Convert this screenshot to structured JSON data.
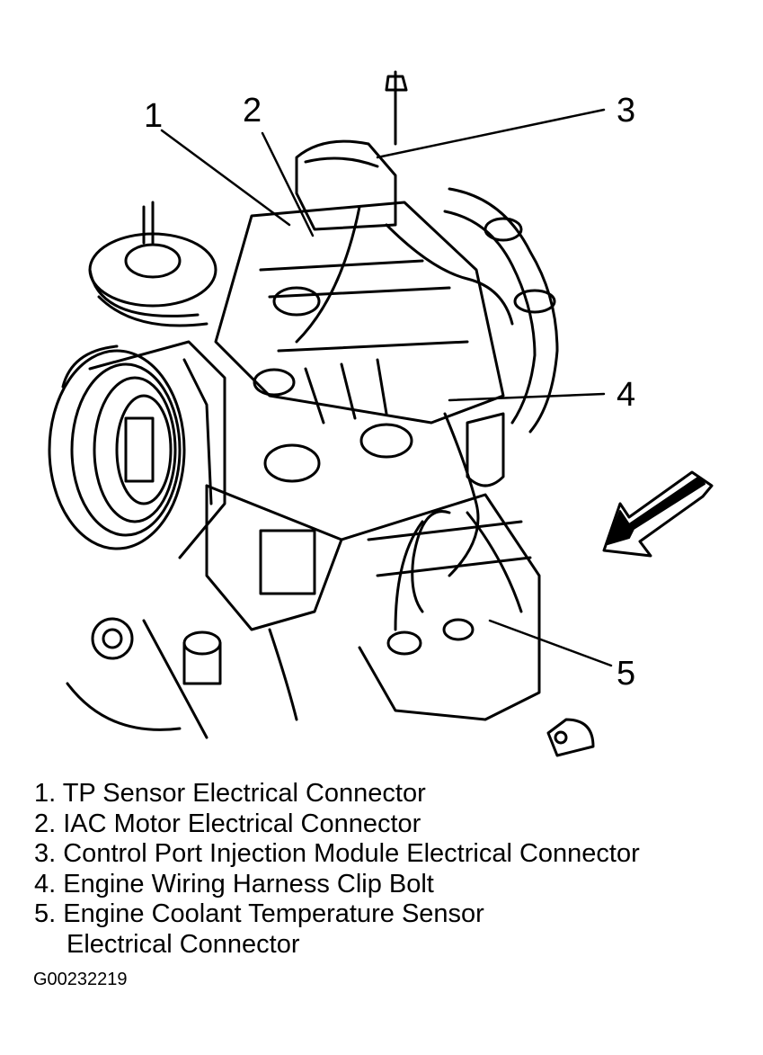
{
  "callouts": [
    "1",
    "2",
    "3",
    "4",
    "5"
  ],
  "legend": [
    "1. TP Sensor Electrical Connector",
    "2. IAC Motor Electrical Connector",
    "3. Control Port Injection Module Electrical Connector",
    "4. Engine Wiring Harness Clip Bolt",
    "5. Engine Coolant Temperature Sensor",
    "Electrical Connector"
  ],
  "figure_id": "G00232219"
}
